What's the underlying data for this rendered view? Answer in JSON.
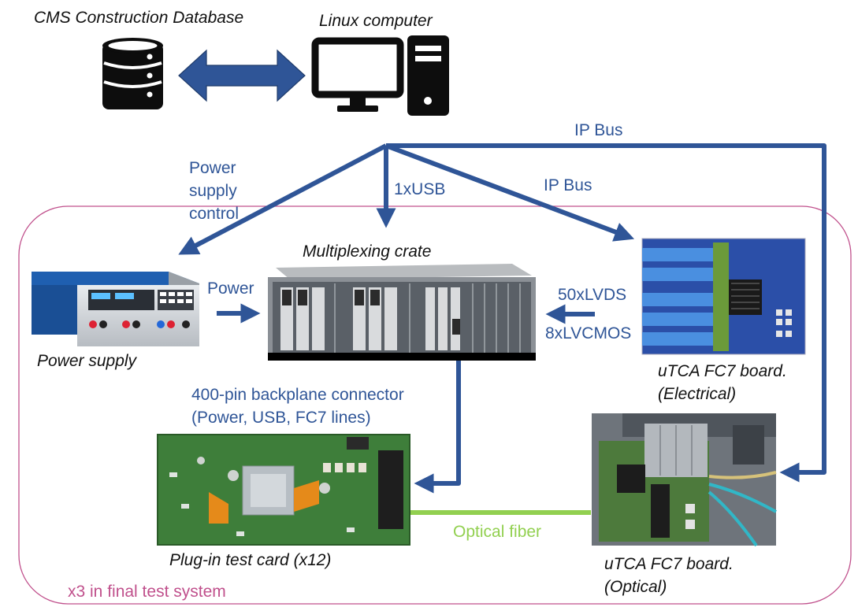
{
  "nodes": {
    "database": {
      "label": "CMS Construction Database",
      "icon": "database-icon"
    },
    "computer": {
      "label": "Linux computer",
      "icon": "desktop-computer-icon"
    },
    "power_supply": {
      "label": "Power supply"
    },
    "crate": {
      "label": "Multiplexing crate"
    },
    "fc7_electrical": {
      "label": "uTCA FC7 board.\n(Electrical)"
    },
    "fc7_optical": {
      "label": "uTCA FC7 board.\n(Optical)"
    },
    "test_card": {
      "label": "Plug-in test card (x12)"
    }
  },
  "edges": {
    "power_supply_control": "Power\nsupply\ncontrol",
    "usb": "1xUSB",
    "ip_bus_electrical": "IP Bus",
    "ip_bus_optical": "IP Bus",
    "power": "Power",
    "lvds": "50xLVDS",
    "lvcmos": "8xLVCMOS",
    "backplane": "400-pin backplane connector\n(Power, USB, FC7 lines)",
    "optical_fiber": "Optical fiber"
  },
  "group": {
    "label": "x3 in final test system"
  },
  "colors": {
    "arrow": "#2f5597",
    "fiber": "#92d050",
    "group_border": "#c0508c"
  }
}
